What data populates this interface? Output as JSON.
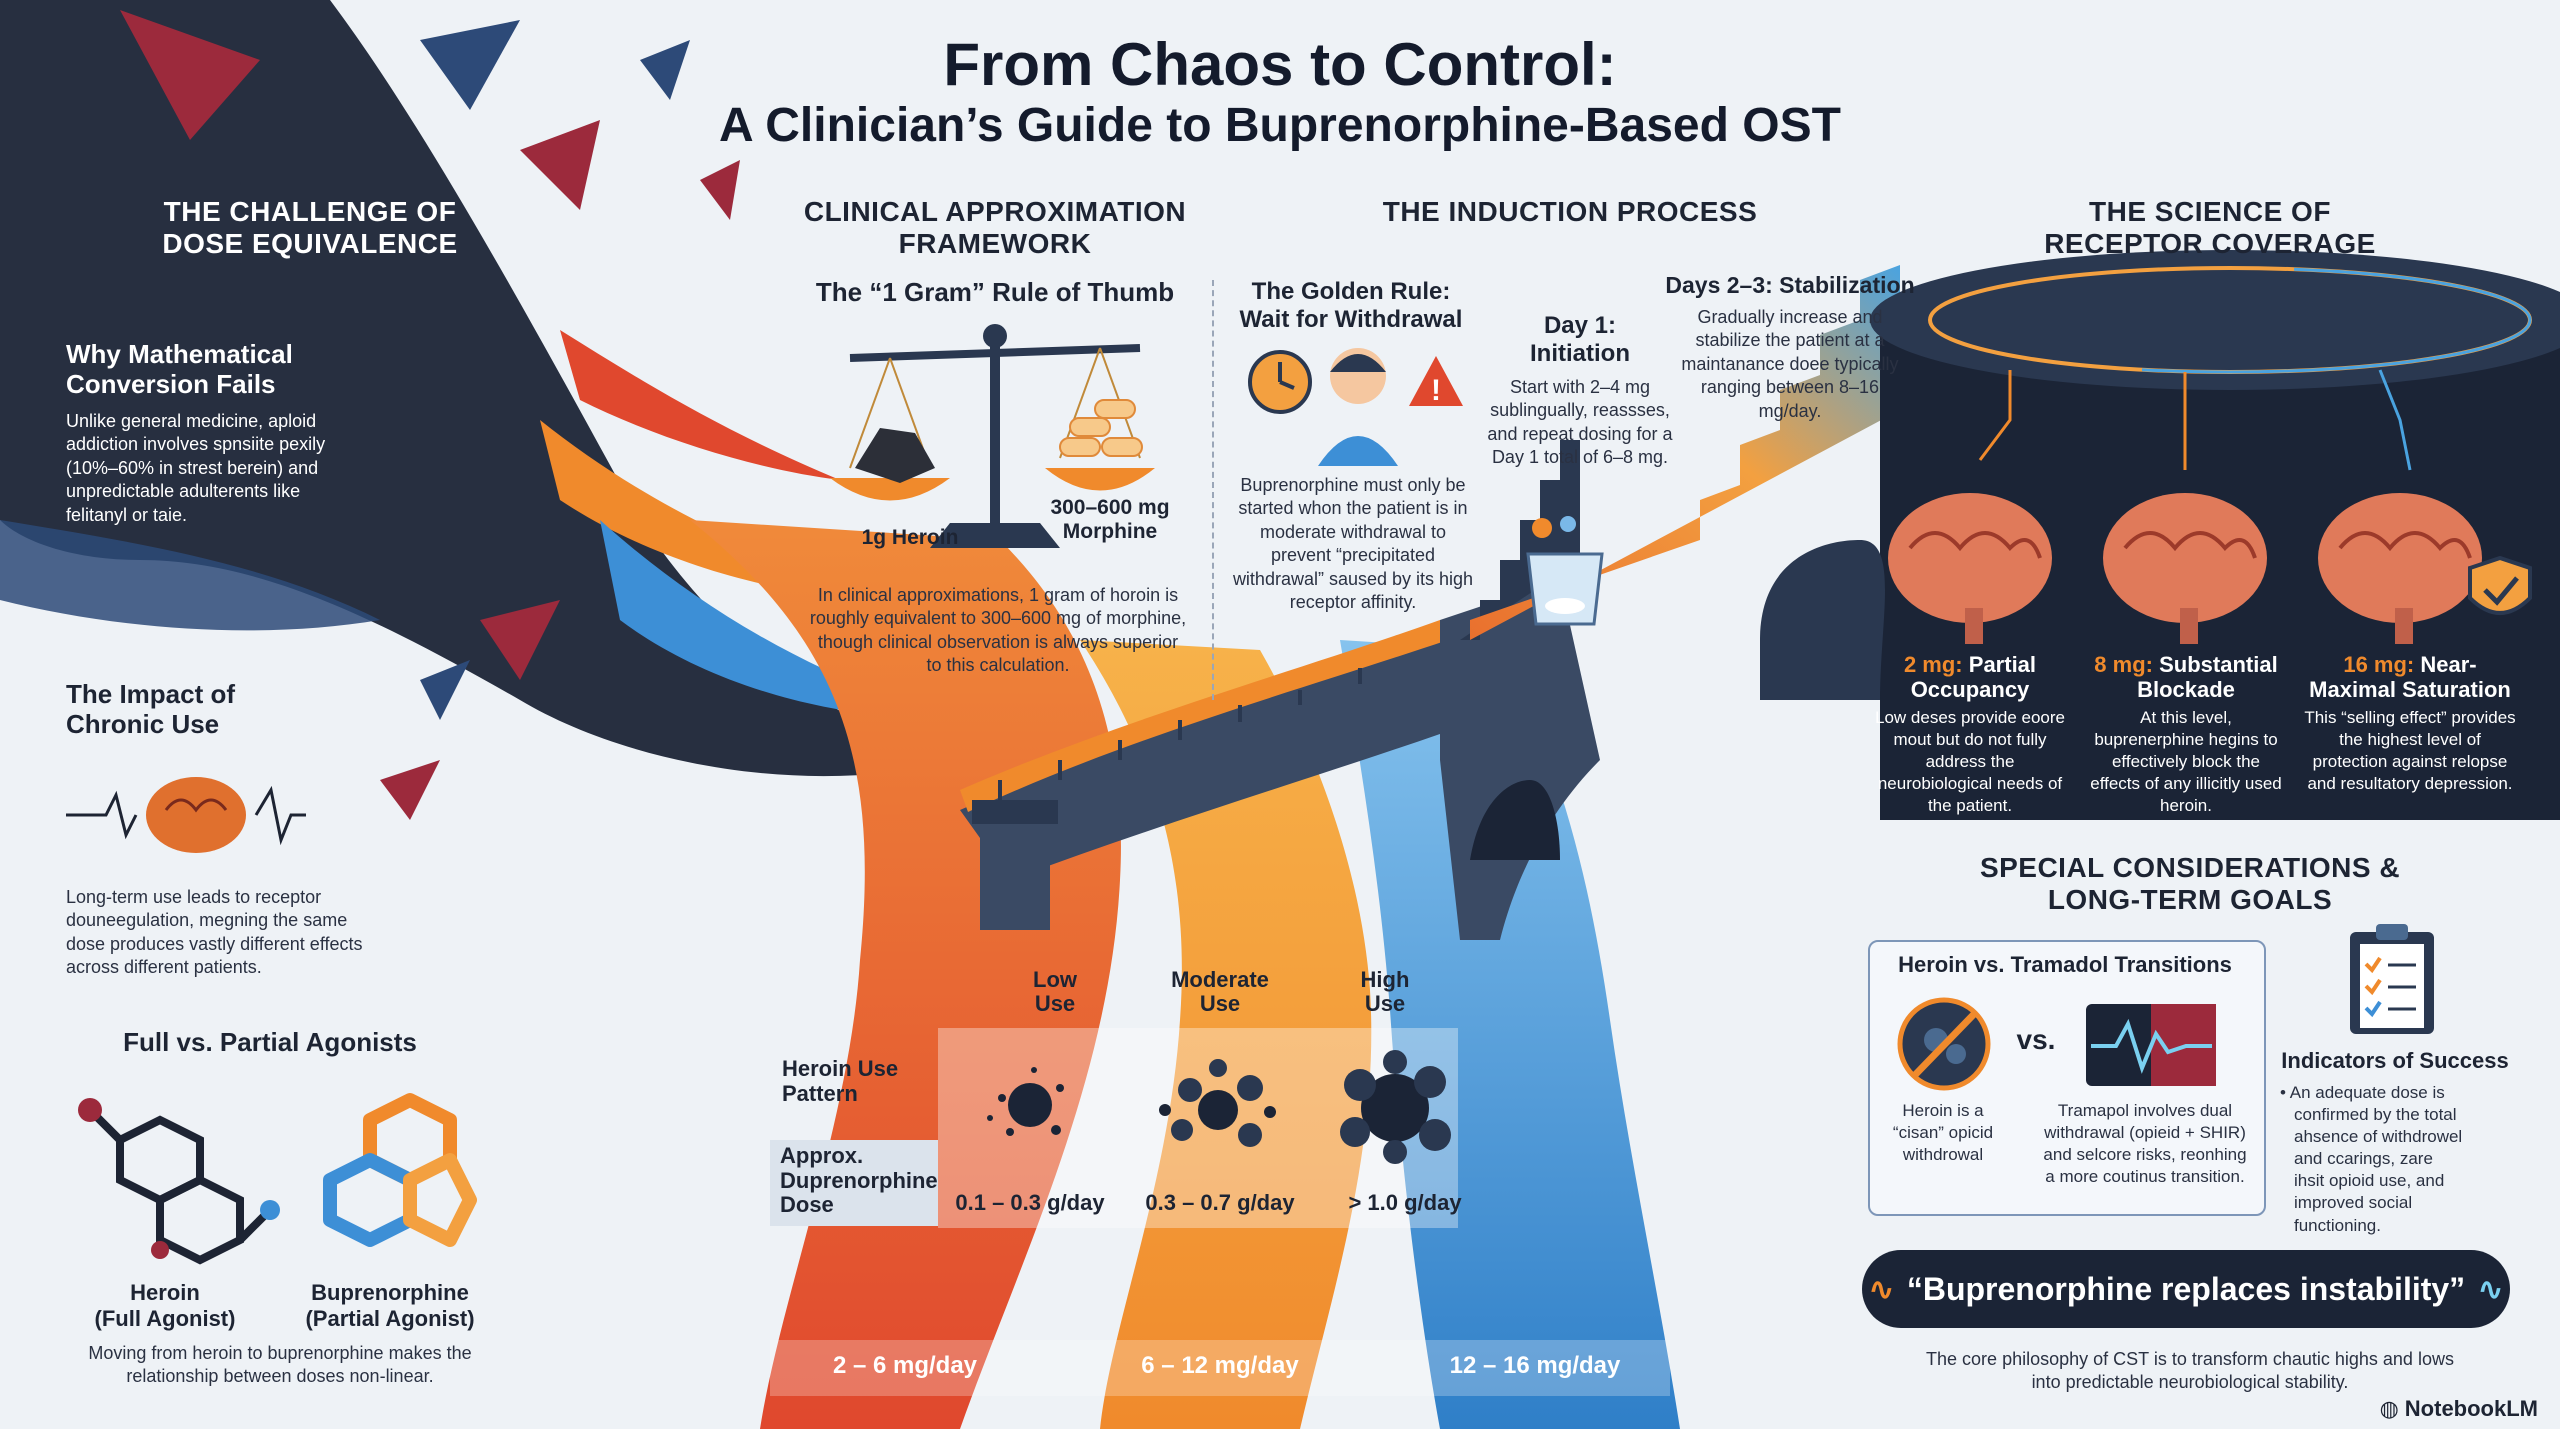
{
  "title": {
    "line1": "From Chaos to Control:",
    "line2": "A Clinician’s Guide to Buprenorphine-Based OST"
  },
  "challenge": {
    "heading": "THE CHALLENGE OF DOSE EQUIVALENCE",
    "why_title": "Why Mathematical Conversion Fails",
    "why_text": "Unlike general medicine, aploid addiction involves spnsiite pexily (10%–60% in strest berein) and unpredictable adulterents like felitanyl or taie.",
    "impact_title": "The Impact of Chronic Use",
    "impact_text": "Long-term use leads to receptor douneegulation, megning the same dose produces vastly different effects across different patients.",
    "agonists_title": "Full vs. Partial Agonists",
    "heroin_label": "Heroin",
    "heroin_sub": "(Full Agonist)",
    "bup_label": "Buprenorphine",
    "bup_sub": "(Partial Agonist)",
    "agonists_text": "Moving from heroin to buprenorphine makes the relationship between doses non-linear."
  },
  "framework": {
    "heading": "CLINICAL APPROXIMATION FRAMEWORK",
    "rule_title": "The “1 Gram” Rule of Thumb",
    "left_label": "1g Heroin",
    "right_label": "300–600 mg Morphine",
    "text": "In clinical approximations, 1 gram of horoin is roughly equivalent to 300–600 mg of morphine, though clinical observation is always superior to this calculation."
  },
  "induction": {
    "heading": "THE INDUCTION PROCESS",
    "golden_title": "The Golden Rule: Wait for Withdrawal",
    "golden_text": "Buprenorphine must only be started whon the patient is in moderate withdrawal to prevent “precipitated withdrawal” saused by its high receptor affinity.",
    "day1_title": "Day 1: Initiation",
    "day1_text": "Start with 2–4 mg sublingually, reassses, and repeat dosing for a Day 1 total of 6–8 mg.",
    "day23_title": "Days 2–3: Stabilization",
    "day23_text": "Gradually increase and stabilize the patient at a maintanance doee typically ranging between 8–16 mg/day."
  },
  "receptor": {
    "heading": "THE SCIENCE OF RECEPTOR COVERAGE",
    "levels": [
      {
        "dose": "2 mg:",
        "name": "Partial Occupancy",
        "text": "Low deses provide eoore mout but do not fully address the neurobiological needs of the patient."
      },
      {
        "dose": "8 mg:",
        "name": "Substantial Blockade",
        "text": "At this level, buprenerphine hegins to effectively block the effects of any illicitly used heroin."
      },
      {
        "dose": "16 mg:",
        "name": "Near-Maximal Saturation",
        "text": "This “selling effect” provides the highest level of protection against relopse and resultatory depression."
      }
    ]
  },
  "usage": {
    "row_pattern_label": "Heroin Use Pattern",
    "row_dose_label": "Approx. Duprenorphine Dose",
    "columns": [
      {
        "name": "Low Use",
        "amount": "0.1 – 0.3 g/day",
        "bup": "2 – 6 mg/day"
      },
      {
        "name": "Moderate Use",
        "amount": "0.3 – 0.7 g/day",
        "bup": "6 – 12 mg/day"
      },
      {
        "name": "High Use",
        "amount": "> 1.0 g/day",
        "bup": "12 – 16 mg/day"
      }
    ]
  },
  "special": {
    "heading": "SPECIAL CONSIDERATIONS & LONG-TERM GOALS",
    "transitions_title": "Heroin vs. Tramadol Transitions",
    "vs": "vs.",
    "heroin_text": "Heroin is a “cisan” opicid withdrowal",
    "tramadol_text": "Tramapol involves dual withdrawal (opieid + SHIR) and selcore risks, reonhing a more coutinus transition.",
    "success_title": "Indicators of Success",
    "success_text": "An adequate dose is confirmed by the total ahsence of withdrowel and ccarings, zare ihsit opioid use, and improved social functioning."
  },
  "quote": {
    "text": "“Buprenorphine replaces instability”",
    "caption": "The core philosophy of CST is to transform chautic highs and lows into predictable neurobiological stability."
  },
  "brand": "NotebookLM",
  "colors": {
    "navy": "#1b2436",
    "orange": "#f08a2c",
    "red_orange": "#e8553a",
    "blue": "#3d8fd6",
    "crimson": "#9c2a3c"
  }
}
